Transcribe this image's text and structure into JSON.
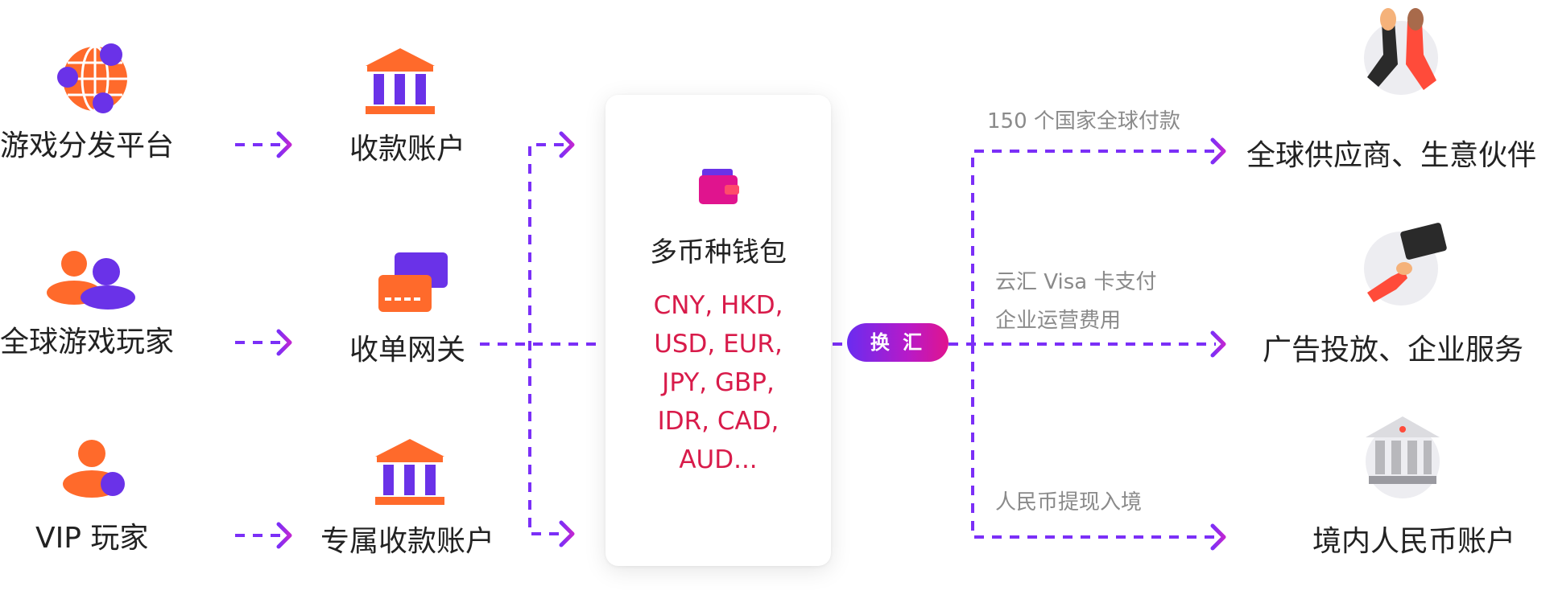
{
  "sources": [
    {
      "label": "游戏分发平台",
      "icon": "globe-icon"
    },
    {
      "label": "全球游戏玩家",
      "icon": "users-icon"
    },
    {
      "label": "VIP 玩家",
      "icon": "vip-user-icon"
    }
  ],
  "accounts": [
    {
      "label": "收款账户",
      "icon": "bank-icon"
    },
    {
      "label": "收单网关",
      "icon": "credit-card-icon"
    },
    {
      "label": "专属收款账户",
      "icon": "bank-icon"
    }
  ],
  "wallet": {
    "title": "多币种钱包",
    "icon": "wallet-icon",
    "currencies": "CNY, HKD,\nUSD, EUR,\nJPY, GBP,\nIDR, CAD,\nAUD..."
  },
  "exchange_label": "换 汇",
  "outflows": [
    {
      "caption": "150 个国家全球付款",
      "target": "全球供应商、生意伙伴",
      "icon": "high-five-icon"
    },
    {
      "caption_line1": "云汇 Visa 卡支付",
      "caption_line2": "企业运营费用",
      "target": "广告投放、企业服务",
      "icon": "card-hand-icon"
    },
    {
      "caption": "人民币提现入境",
      "target": "境内人民币账户",
      "icon": "bank-gray-icon"
    }
  ],
  "colors": {
    "accent_purple": "#7b2ff7",
    "accent_pink": "#e0148e",
    "orange": "#ff6a2b",
    "currency_red": "#d81b4a"
  }
}
